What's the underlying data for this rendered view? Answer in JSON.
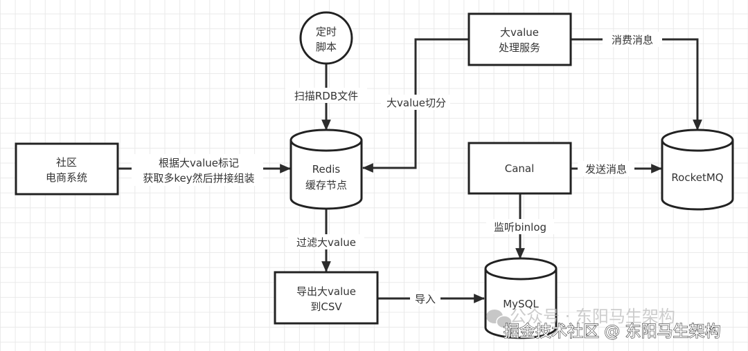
{
  "nodes": {
    "timer_script": {
      "lines": [
        "定时",
        "脚本"
      ],
      "shape": "circle"
    },
    "big_value_service": {
      "lines": [
        "大value",
        "处理服务"
      ],
      "shape": "rectangle"
    },
    "community_system": {
      "lines": [
        "社区",
        "电商系统"
      ],
      "shape": "rectangle"
    },
    "redis": {
      "lines": [
        "Redis",
        "缓存节点"
      ],
      "shape": "cylinder"
    },
    "canal": {
      "lines": [
        "Canal"
      ],
      "shape": "rectangle"
    },
    "rocketmq": {
      "lines": [
        "RocketMQ"
      ],
      "shape": "cylinder"
    },
    "export_csv": {
      "lines": [
        "导出大value",
        "到CSV"
      ],
      "shape": "rectangle"
    },
    "mysql": {
      "lines": [
        "MySQL"
      ],
      "shape": "cylinder"
    }
  },
  "edges": {
    "scan_rdb": {
      "from": "timer_script",
      "to": "redis",
      "label": "扫描RDB文件"
    },
    "split_value": {
      "from": "big_value_service",
      "to": "redis",
      "label": "大value切分"
    },
    "consume_msg": {
      "from": "big_value_service",
      "to": "rocketmq",
      "label": "消费消息"
    },
    "assemble": {
      "from": "community_system",
      "to": "redis",
      "label_lines": [
        "根据大value标记",
        "获取多key然后拼接组装"
      ]
    },
    "send_msg": {
      "from": "canal",
      "to": "rocketmq",
      "label": "发送消息"
    },
    "filter_value": {
      "from": "redis",
      "to": "export_csv",
      "label": "过滤大value"
    },
    "listen_binlog": {
      "from": "canal",
      "to": "mysql",
      "label": "监听binlog"
    },
    "import": {
      "from": "export_csv",
      "to": "mysql",
      "label": "导入"
    }
  },
  "watermarks": {
    "wechat": "公众号 · 东阳马生架构",
    "juejin": "掘金技术社区 @ 东阳马生架构"
  },
  "colors": {
    "stroke": "#222222",
    "text": "#333333",
    "grid": "#e9e9e9",
    "background": "#ffffff"
  }
}
